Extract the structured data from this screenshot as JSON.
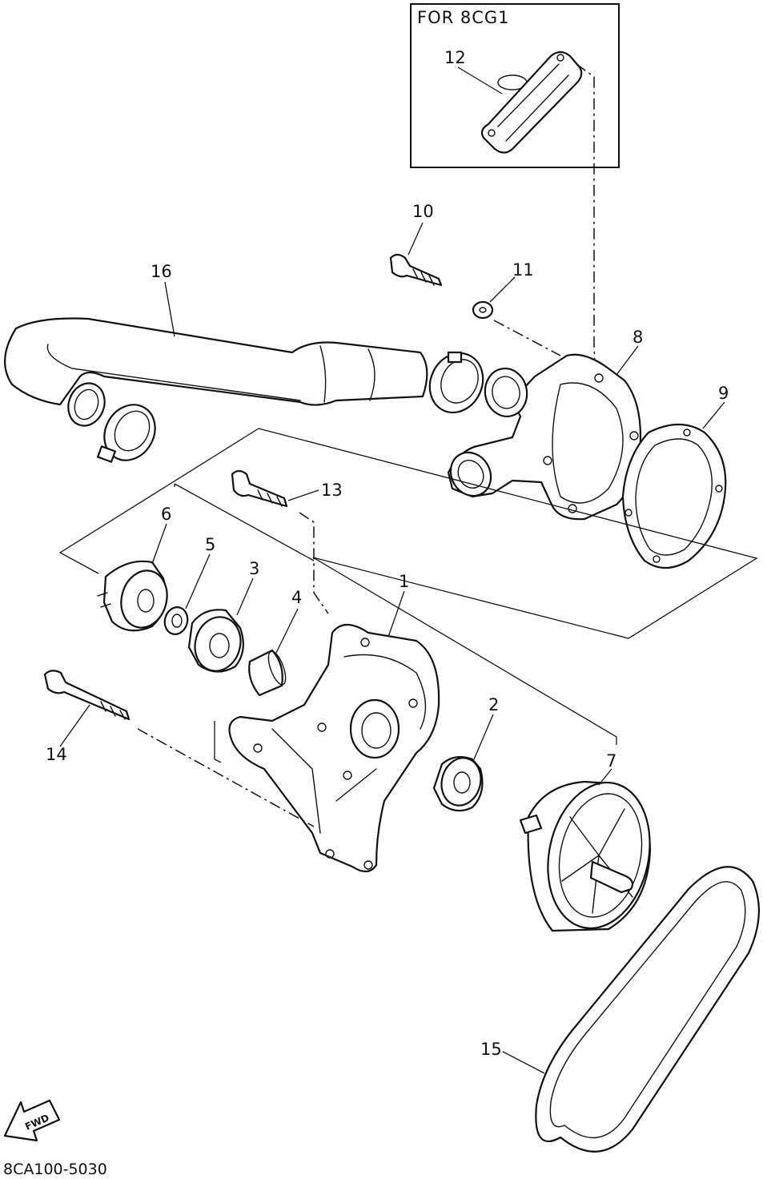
{
  "inset": {
    "title": "FOR 8CG1"
  },
  "callouts": {
    "p1": "1",
    "p2": "2",
    "p3": "3",
    "p4": "4",
    "p5": "5",
    "p6": "6",
    "p7": "7",
    "p8": "8",
    "p9": "9",
    "p10": "10",
    "p11": "11",
    "p12": "12",
    "p13": "13",
    "p14": "14",
    "p15": "15",
    "p16": "16"
  },
  "fwd_arrow": {
    "label": "FWD",
    "icon": "forward-arrow-icon"
  },
  "diagram_code": "8CA100-5030"
}
